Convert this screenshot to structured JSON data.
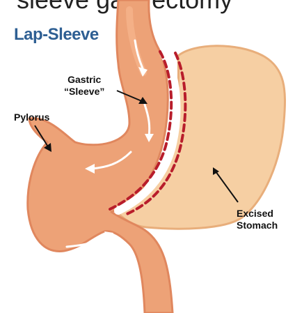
{
  "top_partial_text": "sleeve gastrectomy",
  "title": "Lap-Sleeve",
  "labels": {
    "gastric_sleeve": [
      "Gastric",
      "“Sleeve”"
    ],
    "pylorus": "Pylorus",
    "excised_stomach": [
      "Excised",
      "Stomach"
    ]
  },
  "colors": {
    "title": "#2e5f93",
    "sleeve_fill": "#eda277",
    "sleeve_outline": "#e0875e",
    "excised_fill": "#f6cfa3",
    "excised_outline": "#e8ae7b",
    "staple_line": "#b81d2b",
    "arrow": "#ffffff"
  }
}
